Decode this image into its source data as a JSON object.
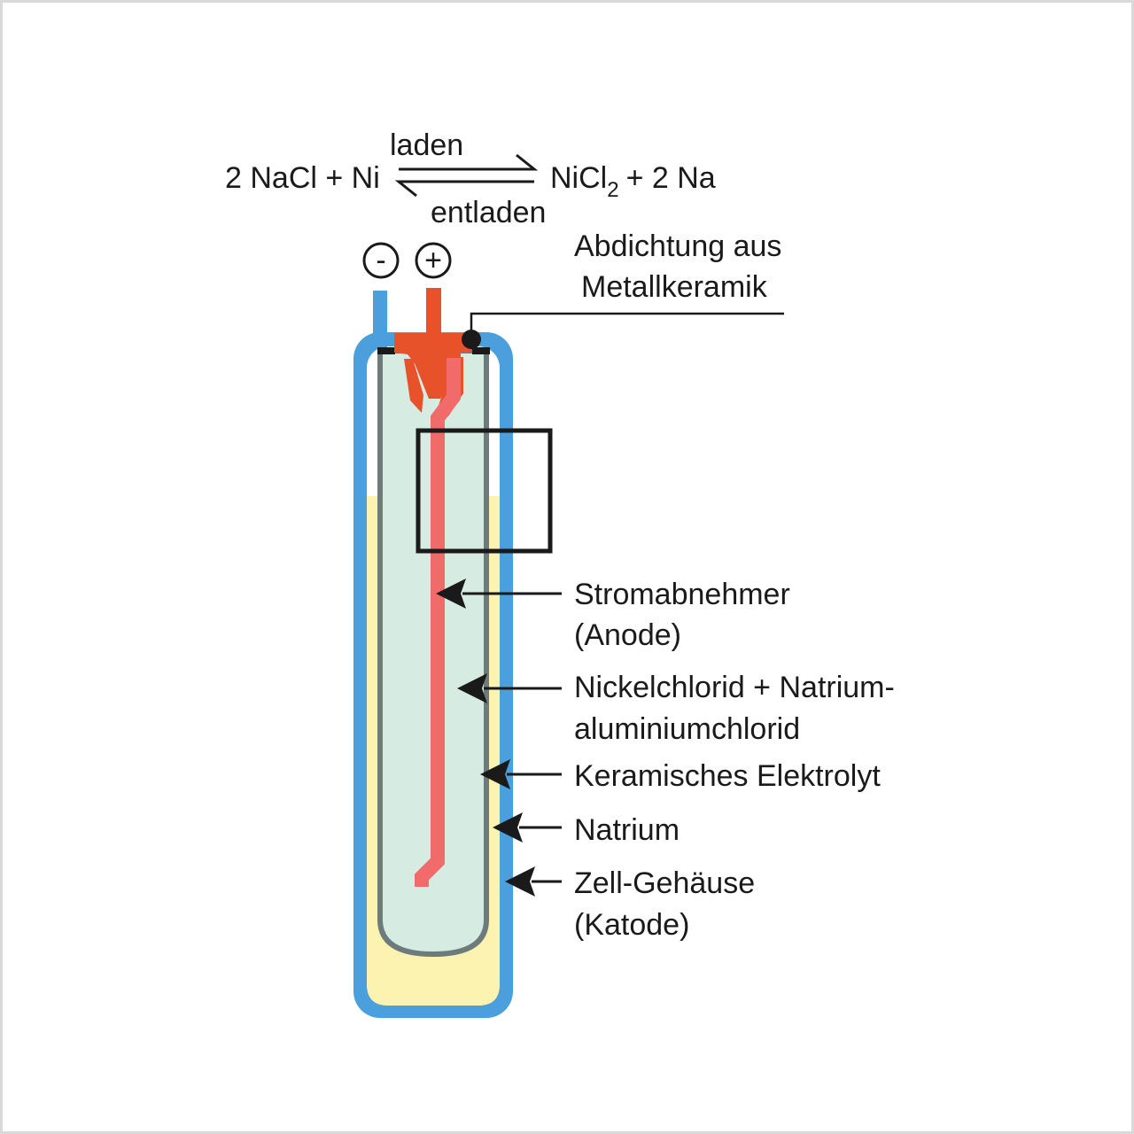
{
  "equation": {
    "left_side": "2 NaCl + Ni",
    "charge_label": "laden",
    "discharge_label": "entladen",
    "right_nicl": "NiCl",
    "right_sub": "2",
    "right_rest": "+ 2 Na"
  },
  "terminals": {
    "negative": "-",
    "positive": "+"
  },
  "labels": {
    "seal_line1": "Abdichtung aus",
    "seal_line2": "Metallkeramik",
    "collector_line1": "Stromabnehmer",
    "collector_line2": "(Anode)",
    "nickel_line1": "Nickelchlorid + Natrium-",
    "nickel_line2": "aluminiumchlorid",
    "electrolyte": "Keramisches Elektrolyt",
    "sodium": "Natrium",
    "housing_line1": "Zell-Gehäuse",
    "housing_line2": "(Katode)"
  },
  "colors": {
    "housing": "#4b9fdc",
    "sodium": "#fdf3b0",
    "cathode_fill": "#d6ece3",
    "electrolyte_wall": "#6d7b7c",
    "collector": "#f26b6b",
    "terminal_positive": "#e8522a",
    "seal": "#1a1a1a"
  }
}
